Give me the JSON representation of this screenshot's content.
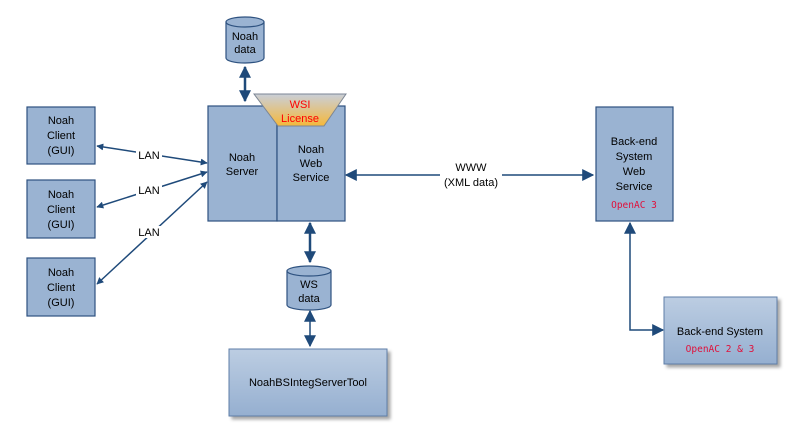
{
  "colors": {
    "box_fill": "#9ab3d2",
    "box_stroke": "#2e5280",
    "arrow": "#1f4a7a",
    "accent_red": "#e0103a",
    "license_top": "#c9cfd9",
    "license_bottom": "#f5b83a"
  },
  "nodes": {
    "noah_data": {
      "lines": [
        "Noah",
        "data"
      ]
    },
    "ws_data": {
      "lines": [
        "WS",
        "data"
      ]
    },
    "noah_server": {
      "lines": [
        "Noah",
        "Server"
      ]
    },
    "noah_web_service": {
      "lines": [
        "Noah",
        "Web",
        "Service"
      ]
    },
    "wsi_license": {
      "lines": [
        "WSI",
        "License"
      ]
    },
    "clients": [
      {
        "lines": [
          "Noah",
          "Client",
          "(GUI)"
        ]
      },
      {
        "lines": [
          "Noah",
          "Client",
          "(GUI)"
        ]
      },
      {
        "lines": [
          "Noah",
          "Client",
          "(GUI)"
        ]
      }
    ],
    "backend_ws": {
      "lines": [
        "Back-end",
        "System",
        "Web",
        "Service"
      ],
      "tag": "OpenAC 3"
    },
    "backend_system": {
      "label": "Back-end System",
      "tag": "OpenAC 2 & 3"
    },
    "integ_tool": {
      "label": "NoahBSIntegServerTool"
    }
  },
  "edges": {
    "lan_labels": [
      "LAN",
      "LAN",
      "LAN"
    ],
    "www": [
      "WWW",
      "(XML data)"
    ]
  }
}
